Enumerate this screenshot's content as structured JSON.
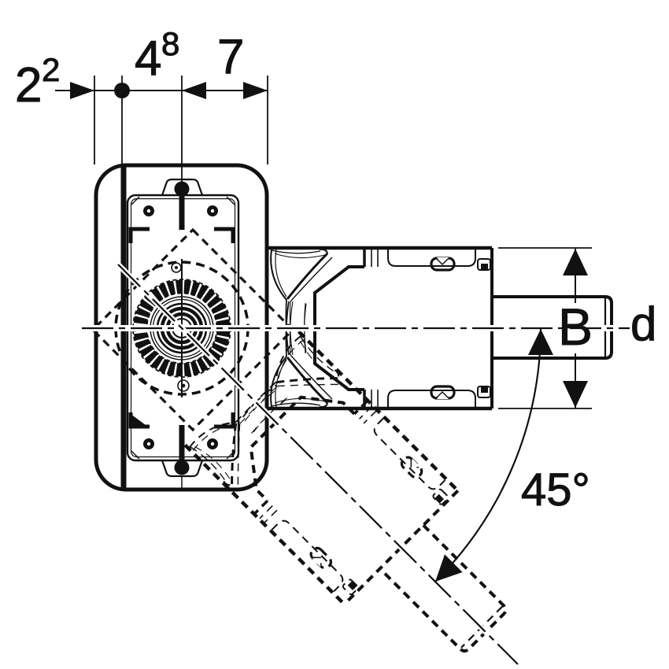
{
  "diagram": {
    "title": "floor-drain-top-view-with-45-degree-rotatable-outlet",
    "colors": {
      "ink": "#111111",
      "background": "#ffffff"
    },
    "dimensions": {
      "dim_small": {
        "value": "2",
        "sup": "2"
      },
      "dim_mid": {
        "value": "4",
        "sup": "8"
      },
      "dim_large": {
        "value": "7"
      },
      "outlet_width_label": "B",
      "outlet_diameter_label": "d",
      "angle_label": "45°"
    }
  }
}
